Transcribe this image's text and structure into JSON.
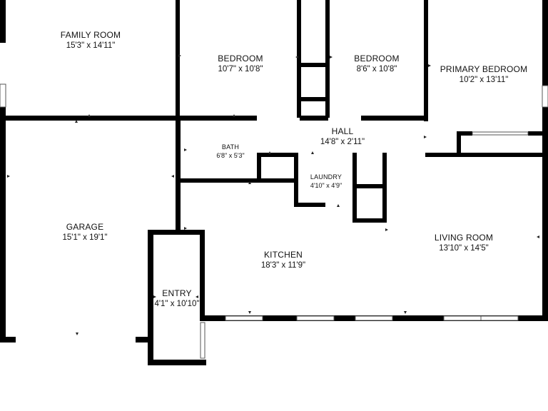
{
  "rooms": {
    "family_room": {
      "name": "FAMILY ROOM",
      "dims": "15'3\" x 14'11\""
    },
    "bedroom_1": {
      "name": "BEDROOM",
      "dims": "10'7\" x 10'8\""
    },
    "bedroom_2": {
      "name": "BEDROOM",
      "dims": "8'6\" x 10'8\""
    },
    "primary_bedroom": {
      "name": "PRIMARY BEDROOM",
      "dims": "10'2\" x 13'11\""
    },
    "hall": {
      "name": "HALL",
      "dims": "14'8\" x 2'11\""
    },
    "bath": {
      "name": "BATH",
      "dims": "6'8\" x 5'3\""
    },
    "laundry": {
      "name": "LAUNDRY",
      "dims": "4'10\" x 4'9\""
    },
    "garage": {
      "name": "GARAGE",
      "dims": "15'1\" x 19'1\""
    },
    "kitchen": {
      "name": "KITCHEN",
      "dims": "18'3\" x 11'9\""
    },
    "living_room": {
      "name": "LIVING ROOM",
      "dims": "13'10\" x 14'5\""
    },
    "entry": {
      "name": "ENTRY",
      "dims": "4'1\" x 10'10\""
    }
  },
  "colors": {
    "wall": "#000000",
    "background": "#ffffff",
    "text": "#111111"
  }
}
